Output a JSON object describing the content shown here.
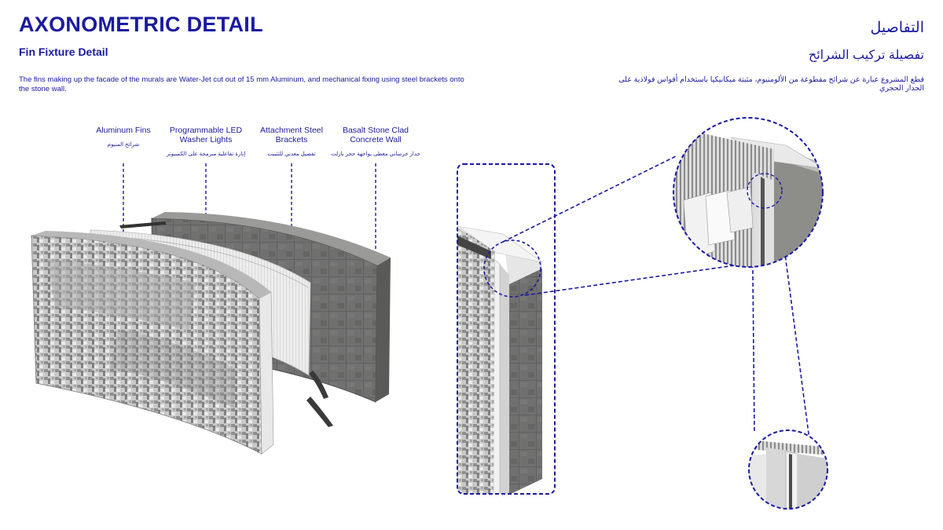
{
  "header": {
    "title": "AXONOMETRIC DETAIL",
    "subtitle": "Fin Fixture Detail",
    "description": "The fins making up the facade of the murals are Water-Jet cut out of 15 mm Aluminum, and mechanical fixing using steel brackets onto the stone wall.",
    "title_ar": "التفاصيل",
    "subtitle_ar": "تفصيلة تركيب الشرائح",
    "description_ar": "قطع المشروع عبارة عن شرائح مقطوعة من الألومنيوم، مثبتة ميكانيكيا باستخدام أقواس فولاذية على الجدار الحجري"
  },
  "layers": [
    {
      "label": "Aluminum Fins",
      "label_ar": "شرائح المنيوم"
    },
    {
      "label": "Programmable LED\nWasher Lights",
      "label_ar": "إنارة تفاعلية مبرمجة على الكمبيوتر"
    },
    {
      "label": "Attachment Steel\nBrackets",
      "label_ar": "تفصيل معدني للتثبيت"
    },
    {
      "label": "Basalt Stone Clad\nConcrete Wall",
      "label_ar": "جدار خرساني مغطى بواجهة حجر بازلت"
    }
  ],
  "colors": {
    "accent": "#1a1aa0",
    "stone": "#6d6d6a",
    "fins": "#cfcfcf"
  }
}
